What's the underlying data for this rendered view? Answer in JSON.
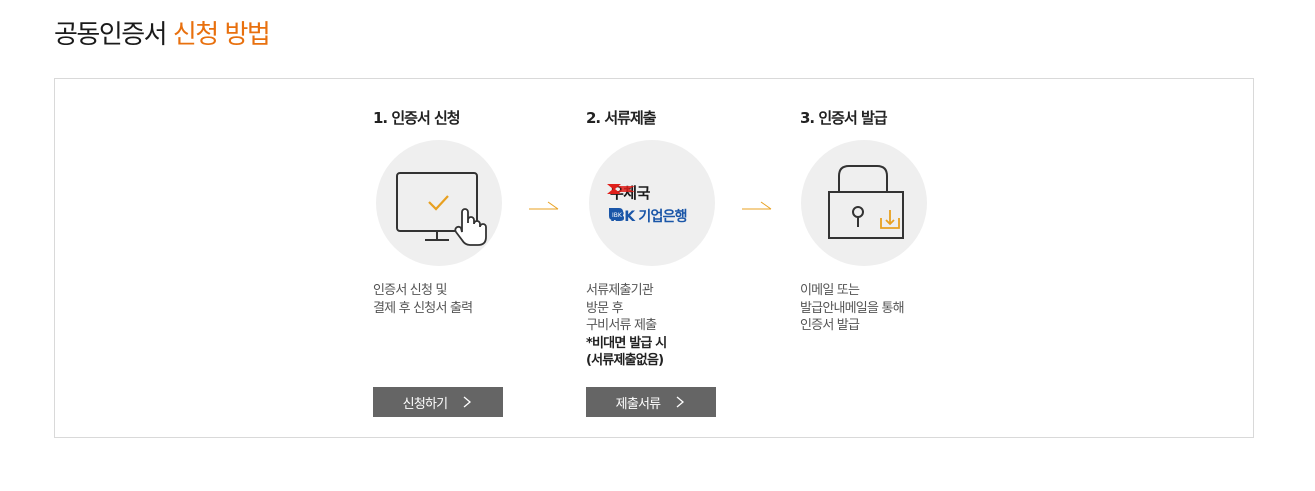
{
  "header": {
    "title_main": "공동인증서",
    "title_accent": "신청 방법"
  },
  "colors": {
    "accent": "#e8700e",
    "button_bg": "#656565",
    "circle_bg": "#efefef",
    "border": "#d9d9d9"
  },
  "steps": [
    {
      "title": "1. 인증서 신청",
      "icon": "monitor-check-cursor-icon",
      "desc": [
        "인증서 신청 및",
        "결제 후 신청서 출력"
      ],
      "button": "신청하기"
    },
    {
      "title": "2. 서류제출",
      "icon": "post-office-ibk-logos",
      "logos": {
        "post": "우체국",
        "ibk": "IBK 기업은행"
      },
      "desc": [
        "서류제출기관",
        "방문 후",
        "구비서류 제출"
      ],
      "note": [
        "*비대면 발급 시",
        "(서류제출없음)"
      ],
      "button": "제출서류"
    },
    {
      "title": "3. 인증서 발급",
      "icon": "lock-download-icon",
      "desc": [
        "이메일 또는",
        "발급안내메일을 통해",
        "인증서 발급"
      ]
    }
  ]
}
